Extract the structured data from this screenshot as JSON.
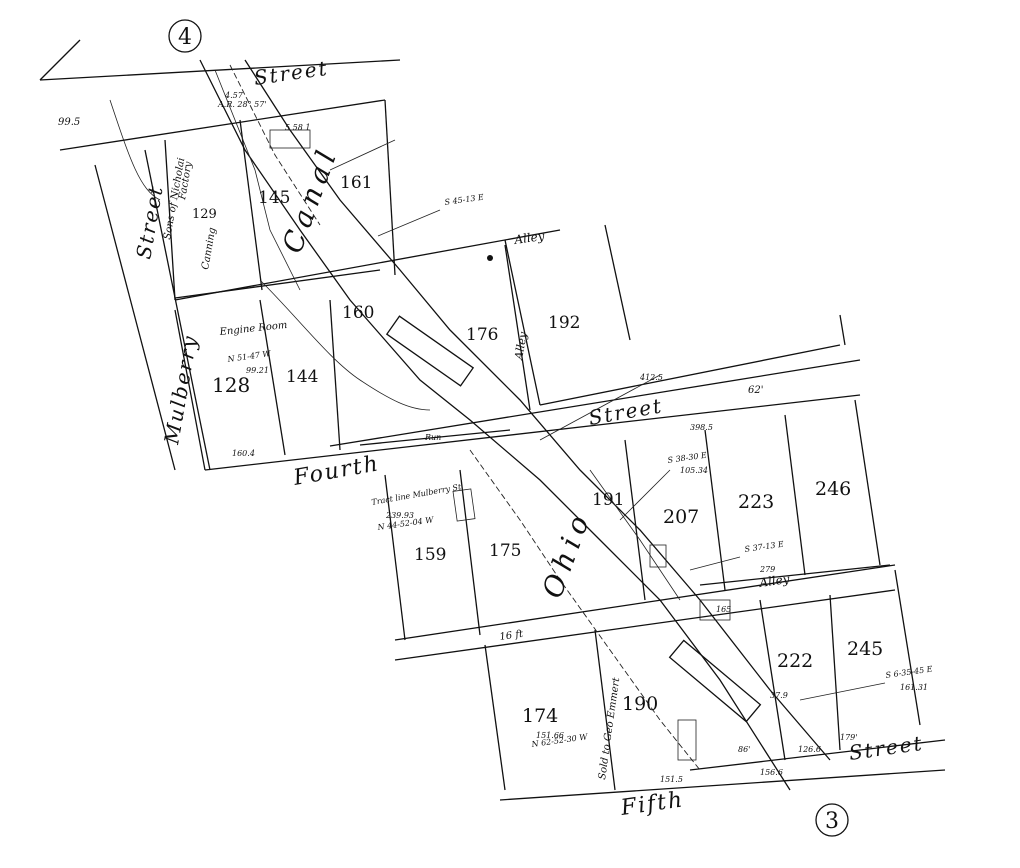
{
  "markers": {
    "top": "4",
    "bottom": "3"
  },
  "streets": {
    "street_top": "Street",
    "mulberry": "Mulberry",
    "street_left": "Street",
    "fourth": "Fourth",
    "street_mid": "Street",
    "alley_top": "Alley",
    "alley_mid": "Alley",
    "alley_vertical": "Alley",
    "fifth": "Fifth",
    "street_bottom": "Street"
  },
  "canal": {
    "label_upper": "Canal",
    "label_lower": "Ohio"
  },
  "lots": [
    "161",
    "145",
    "129",
    "160",
    "176",
    "192",
    "128",
    "144",
    "191",
    "207",
    "223",
    "246",
    "159",
    "175",
    "222",
    "245",
    "174",
    "190"
  ],
  "labels": {
    "engine_room": "Engine Room",
    "tract_line": "Tract line Mulberry St",
    "sold_to_geo": "Sold to Geo Emmert",
    "sons_nicholai": "Sons of Nicholai",
    "factory": "Factory",
    "canning": "Canning",
    "run": "Run",
    "width_16ft": "16 ft"
  },
  "measurements": {
    "m_995": "99.5",
    "m_1604": "160.4",
    "m_4125": "412.5",
    "m_3985": "398.5",
    "m_62": "62'",
    "m_1515": "151.5",
    "m_1566": "156.6",
    "m_1266": "126.6",
    "m_86": "86'",
    "m_5481": "5 58 1",
    "bearing_a": "N 51-47 W",
    "bearing_b": "99.21",
    "bearing_c": "S 6-35-45 E",
    "bearing_d": "161.31",
    "bearing_e": "N 62-52-30 W",
    "bearing_f": "151.66",
    "bearing_g": "S 38-30 E",
    "bearing_h": "105.34",
    "bearing_i": "S 37-13 E",
    "bearing_j": "S 45-13 E",
    "bearing_k": "N 44-52-04 W",
    "bearing_l": "239.93",
    "m_179": "179'",
    "m_279": "279",
    "m_165": "165",
    "m_375": "37.9",
    "m_4a": "4.57",
    "m_ar": "A.R. 28° 57'"
  }
}
